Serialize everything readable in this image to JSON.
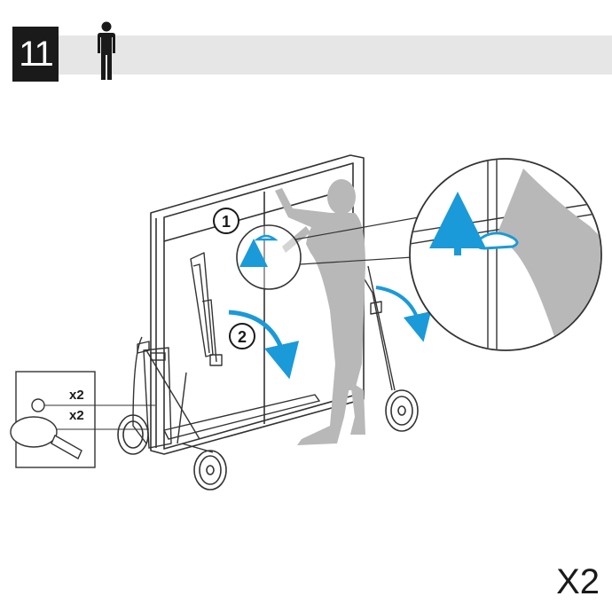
{
  "header": {
    "step_number": "11",
    "person_icon": "person-icon"
  },
  "diagram": {
    "step_1_label": "1",
    "step_2_label": "2",
    "accessory_ball_qty": "x2",
    "accessory_paddle_qty": "x2",
    "icons": [
      "ping-pong-ball-icon",
      "paddle-icon",
      "lift-arrow-icon",
      "rotate-arrow-icon",
      "magnifier-circle"
    ]
  },
  "footer": {
    "multiplier": "X2"
  },
  "colors": {
    "accent_blue": "#1a9ad8",
    "figure_gray": "#b8b8b8",
    "line_dark": "#333333",
    "header_bar": "#e6e6e6"
  }
}
